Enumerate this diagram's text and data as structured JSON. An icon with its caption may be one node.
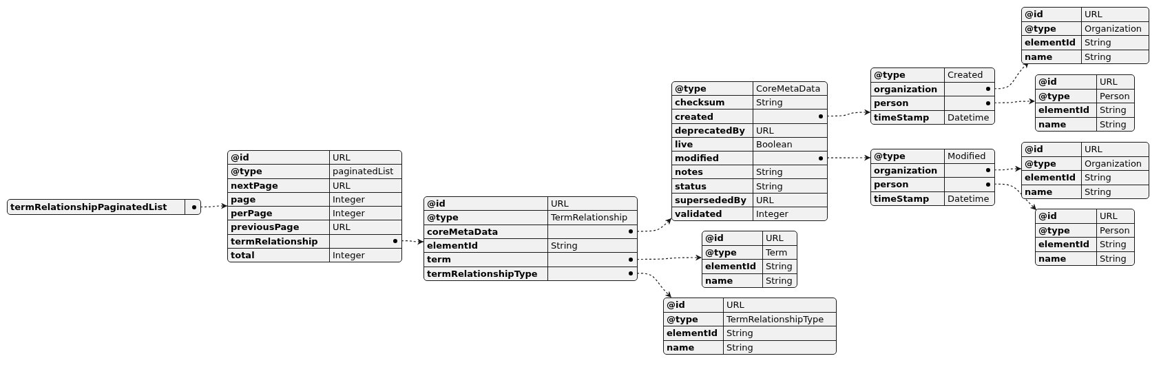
{
  "diagram": {
    "nodes": [
      {
        "text": [],
        "shape": "box"
      },
      {
        "text": [
          "termRelationshipPaginatedList"
        ],
        "in": 0
      },
      {
        "text": [],
        "shape": "box"
      },
      {
        "text": [
          "@id",
          "URL"
        ],
        "in": 2
      },
      {
        "text": [
          "@type",
          "paginatedList"
        ],
        "in": 2
      },
      {
        "text": [
          "nextPage",
          "URL"
        ],
        "in": 2
      },
      {
        "text": [
          "page",
          "Integer"
        ],
        "in": 2
      },
      {
        "text": [
          "perPage",
          "Integer"
        ],
        "in": 2
      },
      {
        "text": [
          "previousPage",
          "URL"
        ],
        "in": 2
      },
      {
        "text": [
          "termRelationship"
        ],
        "in": 2
      },
      {
        "text": [
          "total",
          "Integer"
        ],
        "in": 2
      },
      {
        "text": [],
        "shape": "box"
      },
      {
        "text": [
          "@id",
          "URL"
        ],
        "in": 11
      },
      {
        "text": [
          "@type",
          "TermRelationship"
        ],
        "in": 11
      },
      {
        "text": [
          "coreMetaData"
        ],
        "in": 11
      },
      {
        "text": [
          "elementId",
          "String"
        ],
        "in": 11
      },
      {
        "text": [
          "term"
        ],
        "in": 11
      },
      {
        "text": [
          "termRelationshipType"
        ],
        "in": 11
      },
      {
        "text": [],
        "shape": "box"
      },
      {
        "text": [
          "@type",
          "CoreMetaData"
        ],
        "in": 18
      },
      {
        "text": [
          "checksum",
          "String"
        ],
        "in": 18
      },
      {
        "text": [
          "created"
        ],
        "in": 18
      },
      {
        "text": [
          "deprecatedBy",
          "URL"
        ],
        "in": 18
      },
      {
        "text": [
          "live",
          "Boolean"
        ],
        "in": 18
      },
      {
        "text": [
          "modified"
        ],
        "in": 18
      },
      {
        "text": [
          "notes",
          "String"
        ],
        "in": 18
      },
      {
        "text": [
          "status",
          "String"
        ],
        "in": 18
      },
      {
        "text": [
          "supersededBy",
          "URL"
        ],
        "in": 18
      },
      {
        "text": [
          "validated",
          "Integer"
        ],
        "in": 18
      },
      {
        "text": [],
        "shape": "box"
      },
      {
        "text": [
          "@id",
          "URL"
        ],
        "in": 29
      },
      {
        "text": [
          "@type",
          "Term"
        ],
        "in": 29
      },
      {
        "text": [
          "elementId",
          "String"
        ],
        "in": 29
      },
      {
        "text": [
          "name",
          "String"
        ],
        "in": 29
      },
      {
        "text": [],
        "shape": "box"
      },
      {
        "text": [
          "@id",
          "URL"
        ],
        "in": 34
      },
      {
        "text": [
          "@type",
          "TermRelationshipType"
        ],
        "in": 34
      },
      {
        "text": [
          "elementId",
          "String"
        ],
        "in": 34
      },
      {
        "text": [
          "name",
          "String"
        ],
        "in": 34
      },
      {
        "text": [],
        "shape": "box"
      },
      {
        "text": [
          "@type",
          "Created"
        ],
        "in": 39
      },
      {
        "text": [
          "organization"
        ],
        "in": 39
      },
      {
        "text": [
          "person"
        ],
        "in": 39
      },
      {
        "text": [
          "timeStamp",
          "Datetime"
        ],
        "in": 39
      },
      {
        "text": [],
        "shape": "box"
      },
      {
        "text": [
          "@id",
          "URL"
        ],
        "in": 44
      },
      {
        "text": [
          "@type",
          "Organization"
        ],
        "in": 44
      },
      {
        "text": [
          "elementId",
          "String"
        ],
        "in": 44
      },
      {
        "text": [
          "name",
          "String"
        ],
        "in": 44
      },
      {
        "text": [],
        "shape": "box"
      },
      {
        "text": [
          "@id",
          "URL"
        ],
        "in": 49
      },
      {
        "text": [
          "@type",
          "Person"
        ],
        "in": 49
      },
      {
        "text": [
          "elementId",
          "String"
        ],
        "in": 49
      },
      {
        "text": [
          "name",
          "String"
        ],
        "in": 49
      },
      {
        "text": [],
        "shape": "box"
      },
      {
        "text": [
          "@type",
          "Modified"
        ],
        "in": 54
      },
      {
        "text": [
          "organization"
        ],
        "in": 54
      },
      {
        "text": [
          "person"
        ],
        "in": 54
      },
      {
        "text": [
          "timeStamp",
          "Datetime"
        ],
        "in": 54
      },
      {
        "text": [],
        "shape": "box"
      },
      {
        "text": [
          "@id",
          "URL"
        ],
        "in": 59
      },
      {
        "text": [
          "@type",
          "Organization"
        ],
        "in": 59
      },
      {
        "text": [
          "elementId",
          "String"
        ],
        "in": 59
      },
      {
        "text": [
          "name",
          "String"
        ],
        "in": 59
      },
      {
        "text": [],
        "shape": "box"
      },
      {
        "text": [
          "@id",
          "URL"
        ],
        "in": 64
      },
      {
        "text": [
          "@type",
          "Person"
        ],
        "in": 64
      },
      {
        "text": [
          "elementId",
          "String"
        ],
        "in": 64
      },
      {
        "text": [
          "name",
          "String"
        ],
        "in": 64
      }
    ],
    "edges": [
      {
        "from": 1,
        "to": 2,
        "arrow": "to",
        "style": "dashed"
      },
      {
        "from": 9,
        "to": 11,
        "arrow": "to",
        "style": "dashed"
      },
      {
        "from": 14,
        "to": 18,
        "arrow": "to",
        "style": "dashed"
      },
      {
        "from": 16,
        "to": 29,
        "arrow": "to",
        "style": "dashed"
      },
      {
        "from": 17,
        "to": 34,
        "arrow": "to",
        "style": "dashed"
      },
      {
        "from": 21,
        "to": 39,
        "arrow": "to",
        "style": "dashed"
      },
      {
        "from": 24,
        "to": 54,
        "arrow": "to",
        "style": "dashed"
      },
      {
        "from": 41,
        "to": 44,
        "arrow": "to",
        "style": "dashed"
      },
      {
        "from": 42,
        "to": 49,
        "arrow": "to",
        "style": "dashed"
      },
      {
        "from": 56,
        "to": 59,
        "arrow": "to",
        "style": "dashed"
      },
      {
        "from": 57,
        "to": 64,
        "arrow": "to",
        "style": "dashed"
      }
    ]
  }
}
